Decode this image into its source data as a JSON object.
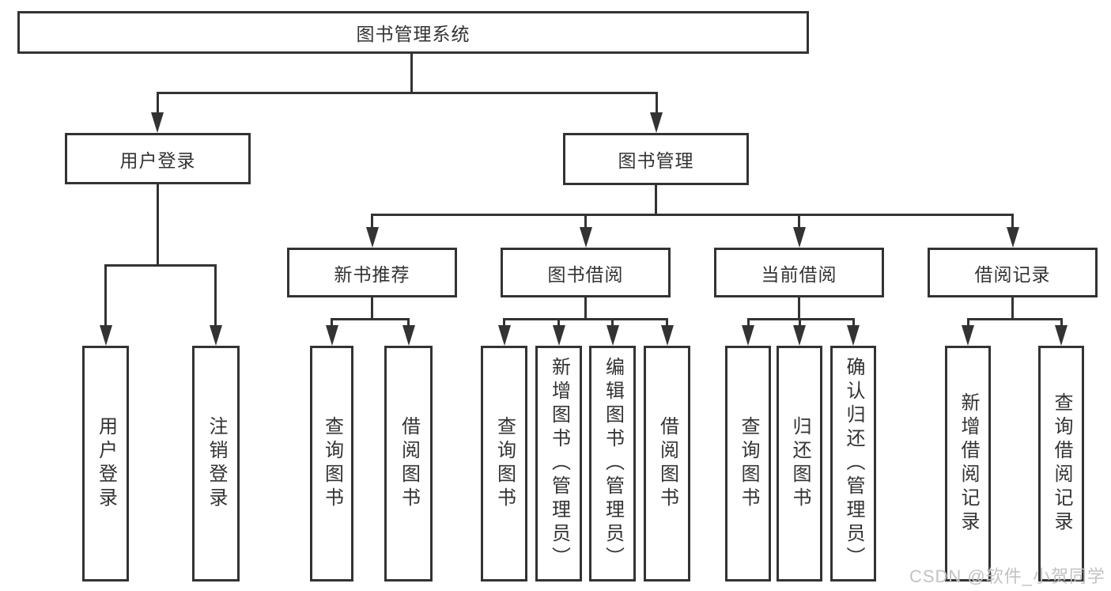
{
  "diagram_title": "图书管理系统",
  "colors": {
    "line": "#333333",
    "text": "#333333",
    "box_background": "#ffffff",
    "page_background": "#ffffff",
    "watermark": "#c2c2c2"
  },
  "tree": {
    "root": {
      "label": "图书管理系统",
      "children": [
        {
          "label": "用户登录",
          "children": [
            {
              "label": "用户登录"
            },
            {
              "label": "注销登录"
            }
          ]
        },
        {
          "label": "图书管理",
          "children": [
            {
              "label": "新书推荐",
              "children": [
                {
                  "label": "查询图书"
                },
                {
                  "label": "借阅图书"
                }
              ]
            },
            {
              "label": "图书借阅",
              "children": [
                {
                  "label": "查询图书"
                },
                {
                  "label": "新增图书（管理员）"
                },
                {
                  "label": "编辑图书（管理员）"
                },
                {
                  "label": "借阅图书"
                }
              ]
            },
            {
              "label": "当前借阅",
              "children": [
                {
                  "label": "查询图书"
                },
                {
                  "label": "归还图书"
                },
                {
                  "label": "确认归还（管理员）"
                }
              ]
            },
            {
              "label": "借阅记录",
              "children": [
                {
                  "label": "新增借阅记录"
                },
                {
                  "label": "查询借阅记录"
                }
              ]
            }
          ]
        }
      ]
    }
  },
  "watermark": {
    "text": "CSDN @软件_小贺同学"
  }
}
